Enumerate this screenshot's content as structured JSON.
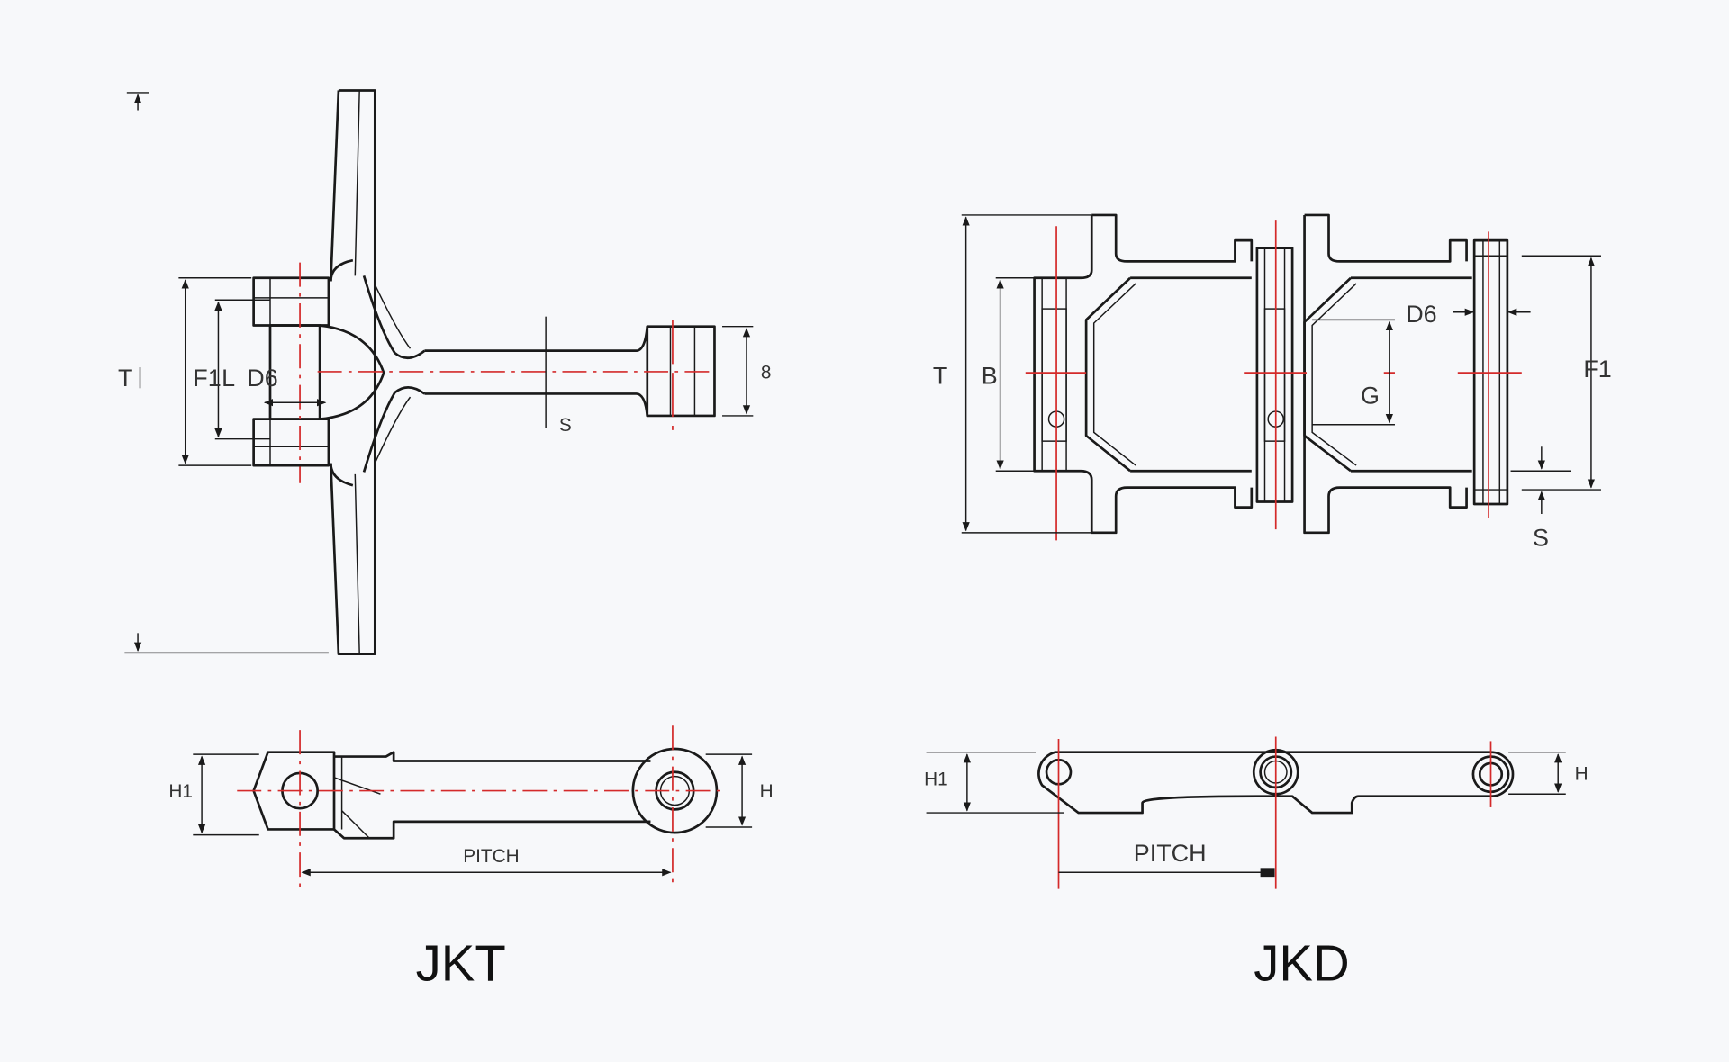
{
  "colors": {
    "line": "#1a1a1a",
    "centerline": "#d42a2a",
    "background": "#f7f8fa"
  },
  "jkt": {
    "title": "JKT",
    "top_view": {
      "T": "T",
      "F1": "F1",
      "L": "L",
      "D6": "D6",
      "S": "S",
      "B": "8"
    },
    "side_view": {
      "H1": "H1",
      "H": "H",
      "pitch": "PITCH"
    }
  },
  "jkd": {
    "title": "JKD",
    "top_view": {
      "T": "T",
      "B": "B",
      "D6": "D6",
      "G": "G",
      "F1": "F1",
      "S": "S"
    },
    "side_view": {
      "H1": "H1",
      "H": "H",
      "pitch": "PITCH"
    }
  }
}
